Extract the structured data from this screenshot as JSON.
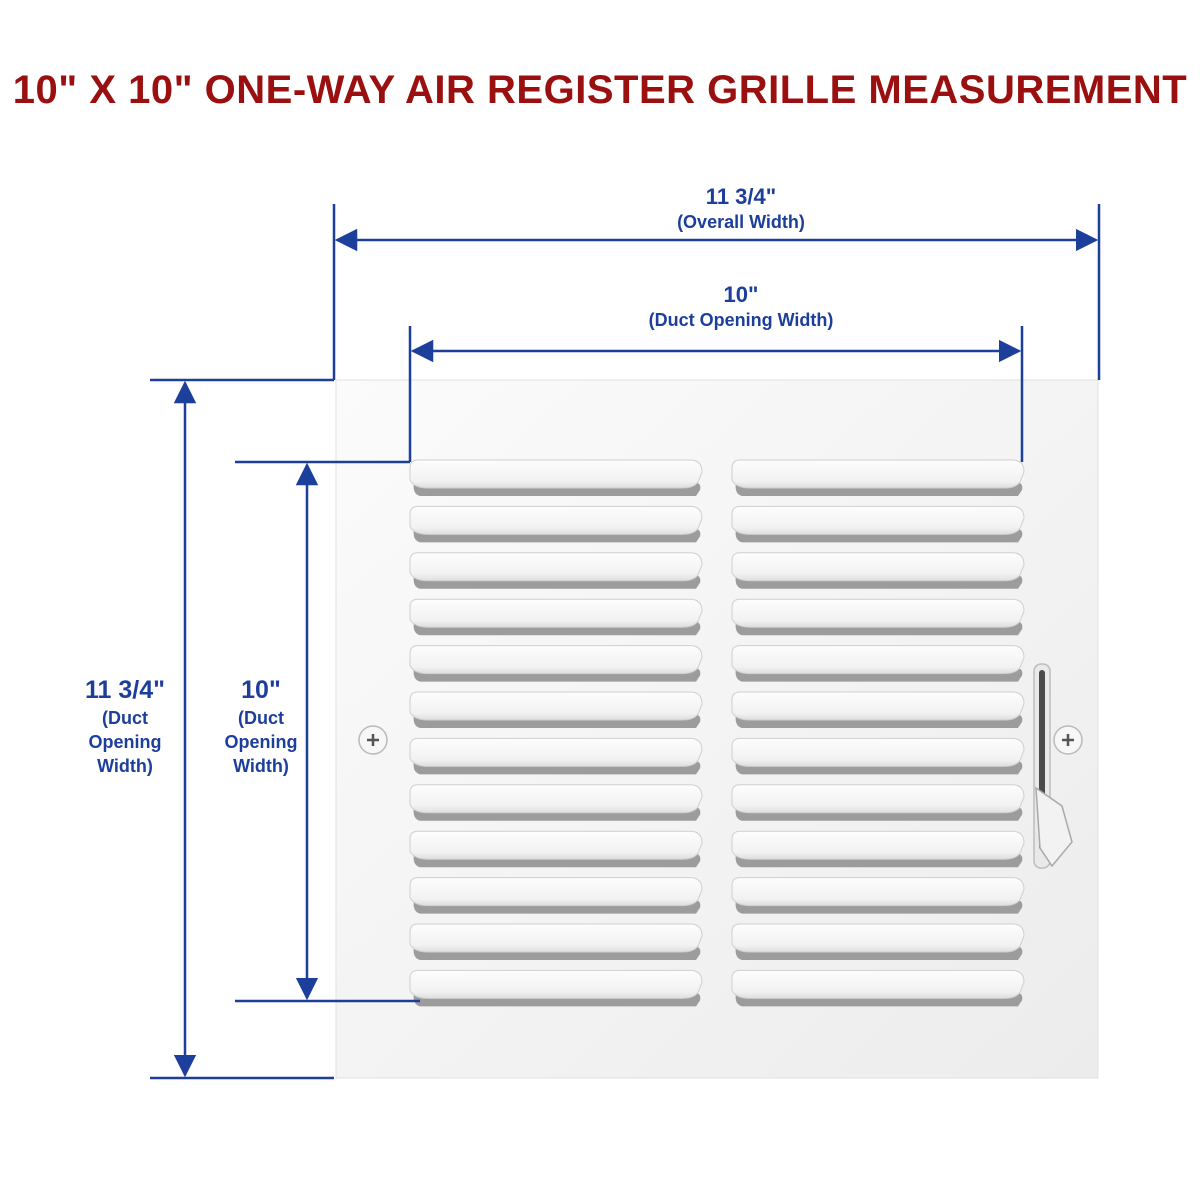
{
  "title": "10\" X 10\" ONE-WAY AIR REGISTER GRILLE MEASUREMENT",
  "colors": {
    "title": "#9a0f0f",
    "dimension": "#1d3f9c",
    "grille_face": "#f4f4f4",
    "louver_shadow": "#8a8a8a"
  },
  "dimensions": {
    "overall_width": {
      "value": "11 3/4\"",
      "caption": "(Overall Width)"
    },
    "duct_width": {
      "value": "10\"",
      "caption": "(Duct Opening Width)"
    },
    "overall_height": {
      "value": "11 3/4\"",
      "caption_lines": [
        "(Duct",
        "Opening",
        "Width)"
      ]
    },
    "duct_height": {
      "value": "10\"",
      "caption_lines": [
        "(Duct",
        "Opening",
        "Width)"
      ]
    }
  },
  "grille": {
    "louver_rows": 12,
    "louver_columns": 2,
    "icons": [
      "screw-icon",
      "damper-lever-icon"
    ]
  }
}
